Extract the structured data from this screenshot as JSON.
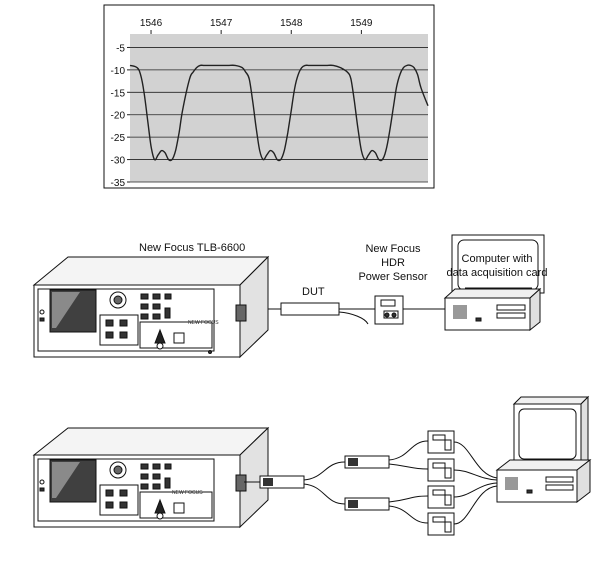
{
  "chart_data": {
    "type": "line",
    "x_ticks": [
      "1546",
      "1547",
      "1548",
      "1549"
    ],
    "y_ticks": [
      "-5",
      "-10",
      "-15",
      "-20",
      "-25",
      "-30",
      "-35"
    ],
    "ylim": [
      -35,
      -2
    ],
    "xlim": [
      1545.7,
      1549.95
    ],
    "grid": true,
    "series": [
      {
        "x": [
          1545.7,
          1545.8,
          1545.85,
          1545.9,
          1545.95,
          1546.0,
          1546.05,
          1546.1,
          1546.15,
          1546.2,
          1546.25,
          1546.3,
          1546.35,
          1546.4,
          1546.45,
          1546.55,
          1546.6,
          1546.65,
          1546.7,
          1546.75,
          1546.8,
          1546.9,
          1547.0,
          1547.1,
          1547.2,
          1547.3,
          1547.35,
          1547.4,
          1547.45,
          1547.5,
          1547.55,
          1547.6,
          1547.65,
          1547.7,
          1547.75,
          1547.8,
          1547.85,
          1547.9,
          1547.95,
          1548.0,
          1548.05,
          1548.1,
          1548.15,
          1548.2,
          1548.25,
          1548.3,
          1548.4,
          1548.5,
          1548.6,
          1548.7,
          1548.8,
          1548.85,
          1548.9,
          1548.95,
          1549.0,
          1549.05,
          1549.1,
          1549.15,
          1549.2,
          1549.25,
          1549.3,
          1549.35,
          1549.4,
          1549.45,
          1549.5,
          1549.55,
          1549.6,
          1549.65,
          1549.7,
          1549.75,
          1549.8,
          1549.85,
          1549.95
        ],
        "y": [
          -9,
          -9.5,
          -11,
          -15,
          -21,
          -27,
          -30,
          -29,
          -28,
          -28.5,
          -30,
          -30,
          -28,
          -24,
          -19,
          -12,
          -10.5,
          -9.5,
          -9,
          -9,
          -9,
          -9,
          -9,
          -9,
          -9,
          -9.5,
          -10.5,
          -12,
          -17,
          -23,
          -28,
          -30,
          -29,
          -28,
          -28.5,
          -30,
          -30,
          -28,
          -24,
          -19,
          -14,
          -11,
          -9.5,
          -9,
          -9,
          -9,
          -9,
          -9,
          -9,
          -9.5,
          -10.5,
          -12,
          -17,
          -23,
          -28,
          -30,
          -29,
          -28,
          -28.5,
          -30,
          -30,
          -28,
          -24,
          -19,
          -14,
          -11,
          -9.5,
          -9,
          -9,
          -9.5,
          -11,
          -14,
          -18
        ]
      }
    ]
  },
  "labels": {
    "tlb": "New Focus TLB-6600",
    "dut": "DUT",
    "sensor_line1": "New Focus",
    "sensor_line2": "HDR",
    "sensor_line3": "Power Sensor",
    "computer_line1": "Computer with",
    "computer_line2": "data acquisition card",
    "brand_top": "NEW FOCUS",
    "brand_bottom": "NEW FOCUS"
  }
}
